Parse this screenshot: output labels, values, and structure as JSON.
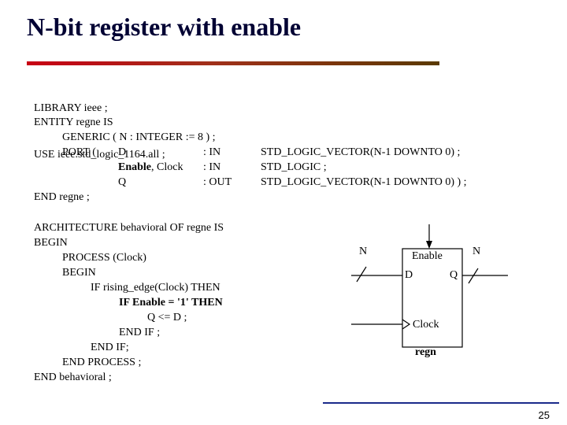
{
  "title": "N-bit register with enable",
  "library_lines": [
    "LIBRARY ieee ;",
    "USE ieee.std_logic_1164.all ;"
  ],
  "entity": {
    "line1": "ENTITY regne IS",
    "generic": "GENERIC ( N : INTEGER := 8 ) ;",
    "port_open": "PORT (",
    "ports": [
      {
        "name": "D",
        "dir": ": IN",
        "type": "STD_LOGIC_VECTOR(N-1 DOWNTO 0) ;"
      },
      {
        "name_bold": "Enable",
        "name_rest": ", Clock",
        "dir": ": IN",
        "type": "STD_LOGIC ;"
      },
      {
        "name": "Q",
        "dir": ": OUT",
        "type": "STD_LOGIC_VECTOR(N-1 DOWNTO 0) ) ;"
      }
    ],
    "end": "END regne ;"
  },
  "architecture": {
    "lines": [
      "ARCHITECTURE behavioral OF regne IS",
      "BEGIN",
      "PROCESS (Clock)",
      "BEGIN",
      "IF rising_edge(Clock) THEN",
      "IF Enable = '1' THEN",
      "Q <= D ;",
      "END IF ;",
      "END IF;",
      "END PROCESS ;",
      "END behavioral ;"
    ]
  },
  "diagram": {
    "n_left": "N",
    "n_right": "N",
    "enable": "Enable",
    "d": "D",
    "q": "Q",
    "clock": "Clock",
    "name": "regn"
  },
  "page_number": "25",
  "colors": {
    "title": "#000033",
    "footer_line": "#1a2a8a"
  }
}
